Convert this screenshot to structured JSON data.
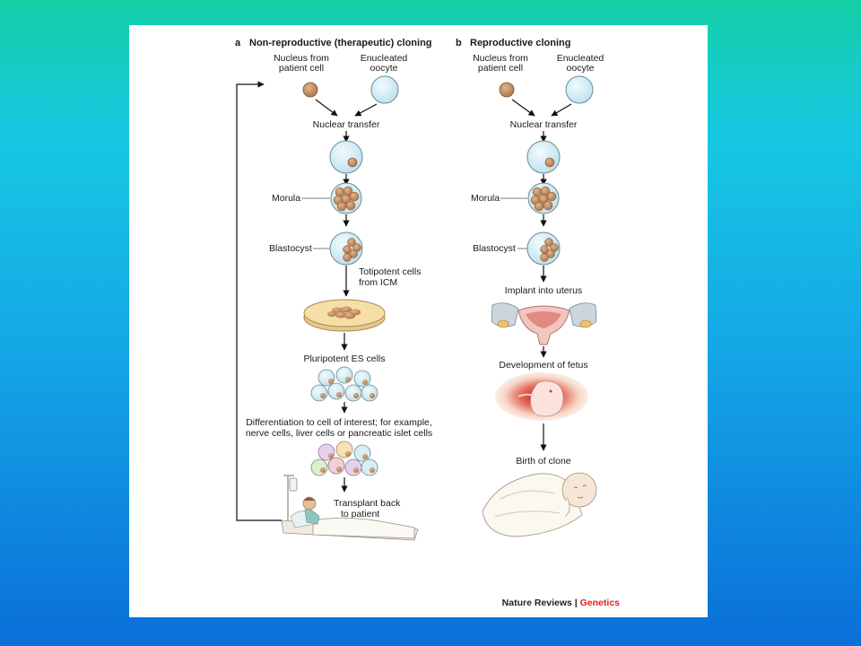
{
  "colors": {
    "credit_accent": "#e02020",
    "cytoplasm": "#d6eef6",
    "nucleus": "#c98c5c",
    "dish": "#f6dfa6",
    "fetus_halo": "#d41f22"
  },
  "panel_a": {
    "letter": "a",
    "title": "Non-reproductive (therapeutic) cloning",
    "nucleus_label": [
      "Nucleus from",
      "patient cell"
    ],
    "oocyte_label": [
      "Enucleated",
      "oocyte"
    ],
    "nuclear_transfer": "Nuclear transfer",
    "morula": "Morula",
    "blastocyst": "Blastocyst",
    "totipotent": [
      "Totipotent cells",
      "from ICM"
    ],
    "pluripotent": "Pluripotent ES cells",
    "differentiation": [
      "Differentiation to cell of interest; for example,",
      "nerve cells, liver cells or pancreatic islet cells"
    ],
    "transplant": [
      "Transplant back",
      "to patient"
    ]
  },
  "panel_b": {
    "letter": "b",
    "title": "Reproductive cloning",
    "nucleus_label": [
      "Nucleus from",
      "patient cell"
    ],
    "oocyte_label": [
      "Enucleated",
      "oocyte"
    ],
    "nuclear_transfer": "Nuclear transfer",
    "morula": "Morula",
    "blastocyst": "Blastocyst",
    "implant": "Implant into uterus",
    "development": "Development of fetus",
    "birth": "Birth of clone"
  },
  "credit": {
    "journal": "Nature Reviews",
    "separator": " | ",
    "section": "Genetics"
  },
  "icons": [
    "nucleus-cell-icon",
    "oocyte-icon",
    "morula-icon",
    "blastocyst-icon",
    "culture-dish-icon",
    "es-cell-cluster-icon",
    "differentiated-cell-cluster-icon",
    "patient-in-bed-icon",
    "uterus-icon",
    "fetus-icon",
    "baby-icon"
  ]
}
